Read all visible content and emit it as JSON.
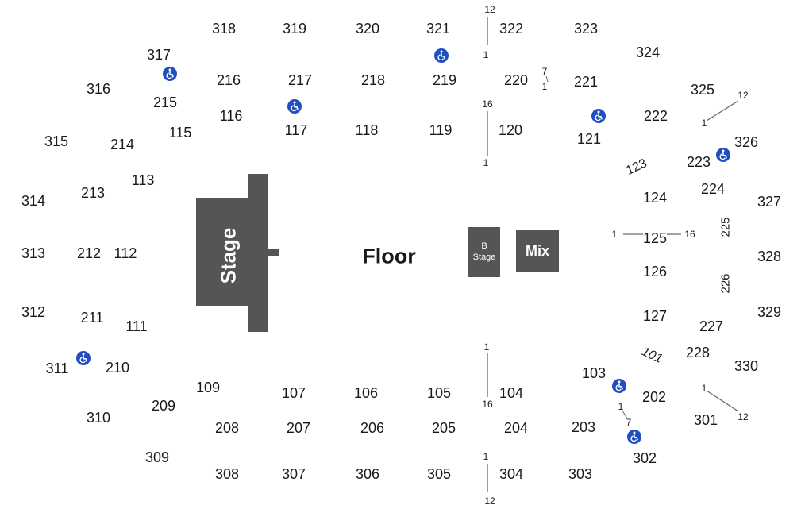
{
  "venue": {
    "stage_label": "Stage",
    "floor_label": "Floor",
    "b_stage_label_line1": "B",
    "b_stage_label_line2": "Stage",
    "mix_label": "Mix",
    "colors": {
      "stage": "#555555",
      "text": "#1a1a1a",
      "ada": "#1f4fbf",
      "divider": "#6a6a6a"
    }
  },
  "sections": {
    "s318": "318",
    "s319": "319",
    "s320": "320",
    "s321": "321",
    "s322": "322",
    "s323": "323",
    "s324": "324",
    "s325": "325",
    "s326": "326",
    "s327": "327",
    "s328": "328",
    "s329": "329",
    "s330": "330",
    "s317": "317",
    "s316": "316",
    "s315": "315",
    "s314": "314",
    "s313": "313",
    "s312": "312",
    "s311": "311",
    "s310": "310",
    "s309": "309",
    "s308": "308",
    "s307": "307",
    "s306": "306",
    "s305": "305",
    "s304": "304",
    "s303": "303",
    "s302": "302",
    "s301": "301",
    "s216": "216",
    "s217": "217",
    "s218": "218",
    "s219": "219",
    "s220": "220",
    "s221": "221",
    "s222": "222",
    "s223": "223",
    "s224": "224",
    "s225": "225",
    "s226": "226",
    "s227": "227",
    "s228": "228",
    "s215": "215",
    "s214": "214",
    "s213": "213",
    "s212": "212",
    "s211": "211",
    "s210": "210",
    "s209": "209",
    "s208": "208",
    "s207": "207",
    "s206": "206",
    "s205": "205",
    "s204": "204",
    "s203": "203",
    "s202": "202",
    "s116": "116",
    "s117": "117",
    "s118": "118",
    "s119": "119",
    "s120": "120",
    "s121": "121",
    "s123": "123",
    "s124": "124",
    "s125": "125",
    "s126": "126",
    "s127": "127",
    "s101": "101",
    "s115": "115",
    "s113": "113",
    "s112": "112",
    "s111": "111",
    "s109": "109",
    "s107": "107",
    "s106": "106",
    "s105": "105",
    "s104": "104",
    "s103": "103"
  },
  "row_markers": {
    "top_div_top": "12",
    "top_div_bottom": "1",
    "s220_row_top": "7",
    "s220_row_bottom": "1",
    "upper_div_top": "16",
    "upper_div_bottom": "1",
    "ne_div_end": "12",
    "ne_div_start": "1",
    "s125_row_left": "1",
    "s125_row_right": "16",
    "lower_div_top": "1",
    "lower_div_bottom": "16",
    "se_div_start": "1",
    "se_div_end": "12",
    "s202_row_top": "1",
    "s202_row_bottom": "7",
    "bottom_div_top": "1",
    "bottom_div_bottom": "12"
  },
  "icons": {
    "accessible": "wheelchair-accessible-icon"
  }
}
